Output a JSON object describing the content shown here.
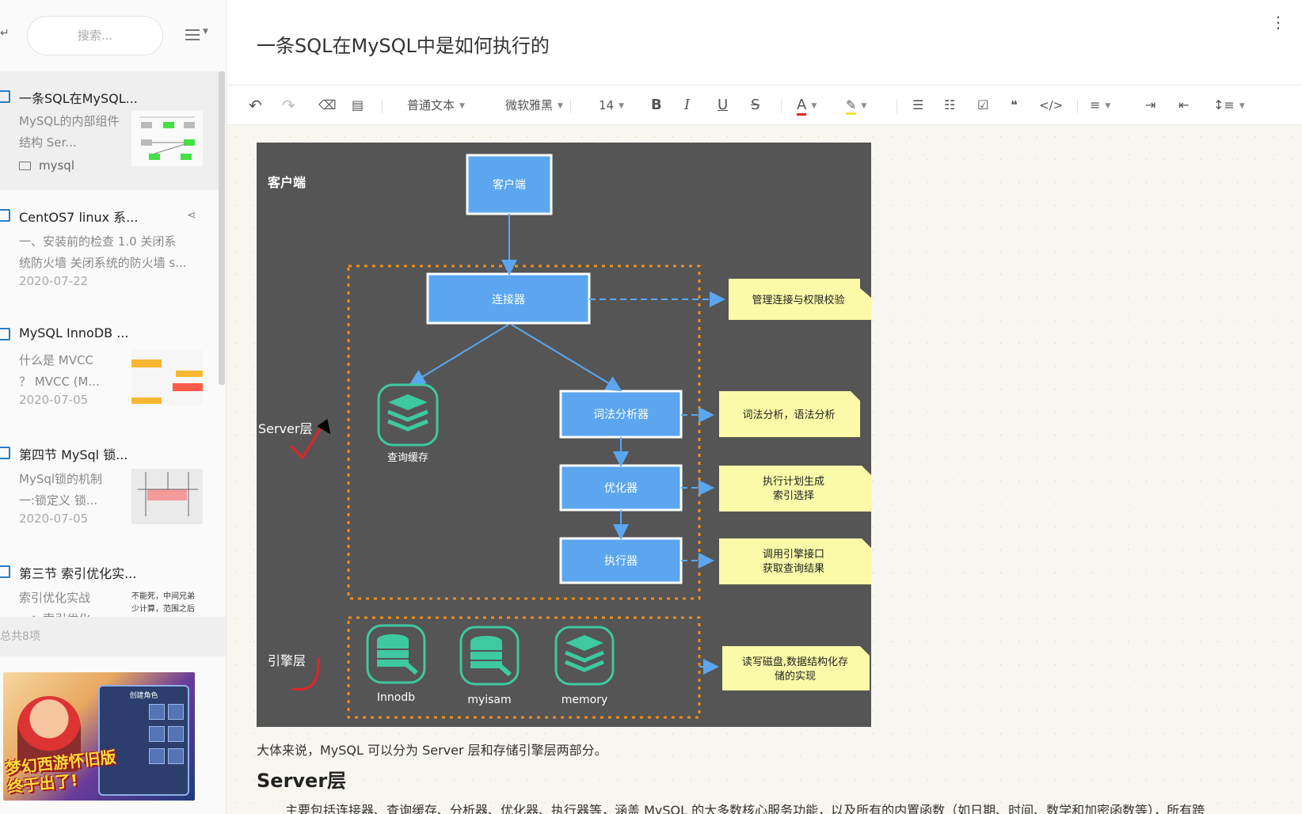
{
  "sidebar": {
    "search_placeholder": "搜索...",
    "notes": [
      {
        "title": "一条SQL在MySQL...",
        "snippet": "MySQL的内部组件结构 Ser...",
        "folder": "mysql",
        "date": ""
      },
      {
        "title": "CentOS7 linux 系...",
        "snippet_line1": "一、安装前的检查 1.0 关闭系",
        "snippet_line2": "统防火墙 关闭系统的防火墙 s...",
        "date": "2020-07-22"
      },
      {
        "title": "MySQL InnoDB ...",
        "snippet_line1": "什么是 MVCC",
        "snippet_line2": "？ MVCC (M...",
        "date": "2020-07-05"
      },
      {
        "title": "第四节 MySql 锁...",
        "snippet_line1": "MySql锁的机制",
        "snippet_line2": "一:锁定义 锁...",
        "date": "2020-07-05"
      },
      {
        "title": "第三节 索引优化实...",
        "snippet_line1": "索引优化实战",
        "snippet_line2": "一：索引优化",
        "thumb_line1": "不能死，中间兄弟",
        "thumb_line2": "少计算，范围之后"
      }
    ],
    "count_text": "总共8项",
    "ad": {
      "slogan_line1": "梦幻西游怀旧版",
      "slogan_line2": "终于出了!",
      "panel_title": "创建角色"
    }
  },
  "document": {
    "title": "一条SQL在MySQL中是如何执行的",
    "paragraph": "大体来说，MySQL 可以分为 Server 层和存储引擎层两部分。",
    "heading": "Server层",
    "paragraph2": "主要包括连接器、查询缓存、分析器、优化器、执行器等，涵盖 MySQL 的大多数核心服务功能，以及所有的内置函数（如日期、时间、数学和加密函数等），所有跨"
  },
  "toolbar": {
    "paragraph_style": "普通文本",
    "font": "微软雅黑",
    "font_size": "14",
    "bold": "B",
    "italic": "I",
    "underline": "U",
    "strike": "S",
    "font_color": "A"
  },
  "diagram": {
    "client_region": "客户端",
    "server_region": "Server层",
    "engine_region": "引擎层",
    "client_box": "客户端",
    "connector": "连接器",
    "query_cache": "查询缓存",
    "lexer": "词法分析器",
    "optimizer": "优化器",
    "executor": "执行器",
    "note_connector": "管理连接与权限校验",
    "note_lexer": "词法分析，语法分析",
    "note_optimizer_1": "执行计划生成",
    "note_optimizer_2": "索引选择",
    "note_executor_1": "调用引擎接口",
    "note_executor_2": "获取查询结果",
    "note_engine_1": "读写磁盘,数据结构化存",
    "note_engine_2": "储的实现",
    "engine_innodb": "Innodb",
    "engine_myisam": "myisam",
    "engine_memory": "memory"
  },
  "colors": {
    "box_fill": "#5ba6ef",
    "arrow": "#5ba6ef",
    "dash_border": "#f08a1c",
    "note_fill": "#fafaa8",
    "icon_green": "#3ec9a0",
    "diagram_bg": "#555555",
    "red_mark": "#e0242a"
  }
}
